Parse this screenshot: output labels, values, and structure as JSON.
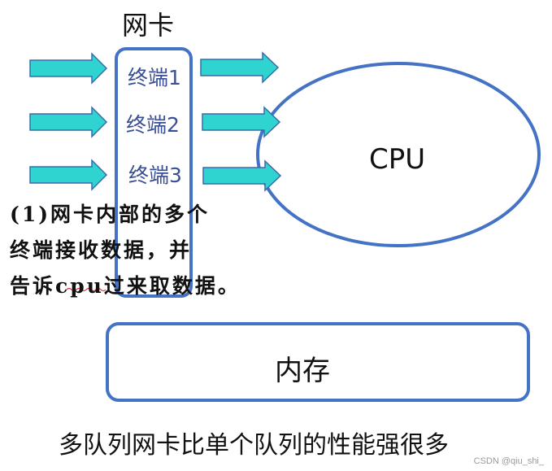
{
  "nic_title": "网卡",
  "terminals": [
    "终端1",
    "终端2",
    "终端3"
  ],
  "cpu_label": "CPU",
  "memory_label": "内存",
  "note_lines": [
    "(1)网卡内部的多个",
    "终端接收数据，并",
    "告诉cpu过来取数据。"
  ],
  "caption": "多队列网卡比单个队列的性能强很多",
  "watermark": "CSDN @qiu_shi_",
  "colors": {
    "arrow_fill": "#2fd4d0",
    "arrow_stroke": "#3c6aa8",
    "shape_stroke": "#4472c4",
    "terminal_text": "#3a4f93"
  }
}
